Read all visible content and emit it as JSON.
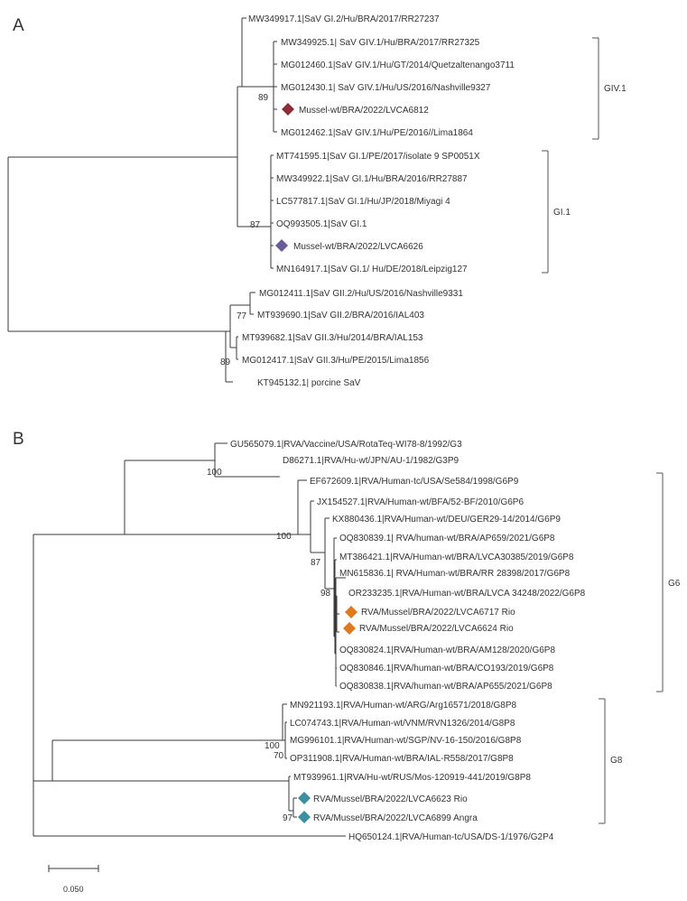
{
  "panel_a": {
    "letter": "A",
    "leaves": [
      "MW349917.1|SaV GI.2/Hu/BRA/2017/RR27237",
      "MW349925.1| SaV GIV.1/Hu/BRA/2017/RR27325",
      "MG012460.1|SaV GIV.1/Hu/GT/2014/Quetzaltenango3711",
      "MG012430.1| SaV GIV.1/Hu/US/2016/Nashville9327",
      "Mussel-wt/BRA/2022/LVCA6812",
      "MG012462.1|SaV GIV.1/Hu/PE/2016//Lima1864",
      "MT741595.1|SaV GI.1/PE/2017/isolate 9 SP0051X",
      "MW349922.1|SaV GI.1/Hu/BRA/2016/RR27887",
      "LC577817.1|SaV GI.1/Hu/JP/2018/Miyagi 4",
      "OQ993505.1|SaV GI.1",
      "Mussel-wt/BRA/2022/LVCA6626",
      "MN164917.1|SaV GI.1/ Hu/DE/2018/Leipzig127",
      "MG012411.1|SaV GII.2/Hu/US/2016/Nashville9331",
      "MT939690.1|SaV GII.2/BRA/2016/IAL403",
      "MT939682.1|SaV GII.3/Hu/2014/BRA/IAL153",
      "MG012417.1|SaV GII.3/Hu/PE/2015/Lima1856",
      "KT945132.1| porcine SaV"
    ],
    "bootstraps": [
      "89",
      "87",
      "77",
      "89"
    ],
    "groups": [
      "GIV.1",
      "GI.1"
    ]
  },
  "panel_b": {
    "letter": "B",
    "leaves": [
      "GU565079.1|RVA/Vaccine/USA/RotaTeq-WI78-8/1992/G3",
      "D86271.1|RVA/Hu-wt/JPN/AU-1/1982/G3P9",
      "EF672609.1|RVA/Human-tc/USA/Se584/1998/G6P9",
      "JX154527.1|RVA/Human-wt/BFA/52-BF/2010/G6P6",
      "KX880436.1|RVA/Human-wt/DEU/GER29-14/2014/G6P9",
      "OQ830839.1| RVA/human-wt/BRA/AP659/2021/G6P8",
      "MT386421.1|RVA/Human-wt/BRA/LVCA30385/2019/G6P8",
      "MN615836.1| RVA/Human-wt/BRA/RR 28398/2017/G6P8",
      "OR233235.1|RVA/Human-wt/BRA/LVCA 34248/2022/G6P8",
      "RVA/Mussel/BRA/2022/LVCA6717 Rio",
      "RVA/Mussel/BRA/2022/LVCA6624 Rio",
      "OQ830824.1|RVA/Human-wt/BRA/AM128/2020/G6P8",
      "OQ830846.1|RVA/human-wt/BRA/CO193/2019/G6P8",
      "OQ830838.1|RVA/human-wt/BRA/AP655/2021/G6P8",
      "MN921193.1|RVA/Human-wt/ARG/Arg16571/2018/G8P8",
      "LC074743.1|RVA/Human-wt/VNM/RVN1326/2014/G8P8",
      "MG996101.1|RVA/Human-wt/SGP/NV-16-150/2016/G8P8",
      "OP311908.1|RVA/Human-wt/BRA/IAL-R558/2017/G8P8",
      "MT939961.1|RVA/Hu-wt/RUS/Mos-120919-441/2019/G8P8",
      "RVA/Mussel/BRA/2022/LVCA6623 Rio",
      "RVA/Mussel/BRA/2022/LVCA6899 Angra",
      "HQ650124.1|RVA/Human-tc/USA/DS-1/1976/G2P4"
    ],
    "bootstraps": [
      "100",
      "100",
      "87",
      "98",
      "100",
      "70",
      "97"
    ],
    "groups": [
      "G6",
      "G8"
    ]
  },
  "scale_bar": "0.050",
  "colors": {
    "mussel_a_giv": "#8b2e35",
    "mussel_a_gi": "#6c5a99",
    "mussel_b_g6": "#e07a1f",
    "mussel_b_g8": "#3c8fa0"
  }
}
